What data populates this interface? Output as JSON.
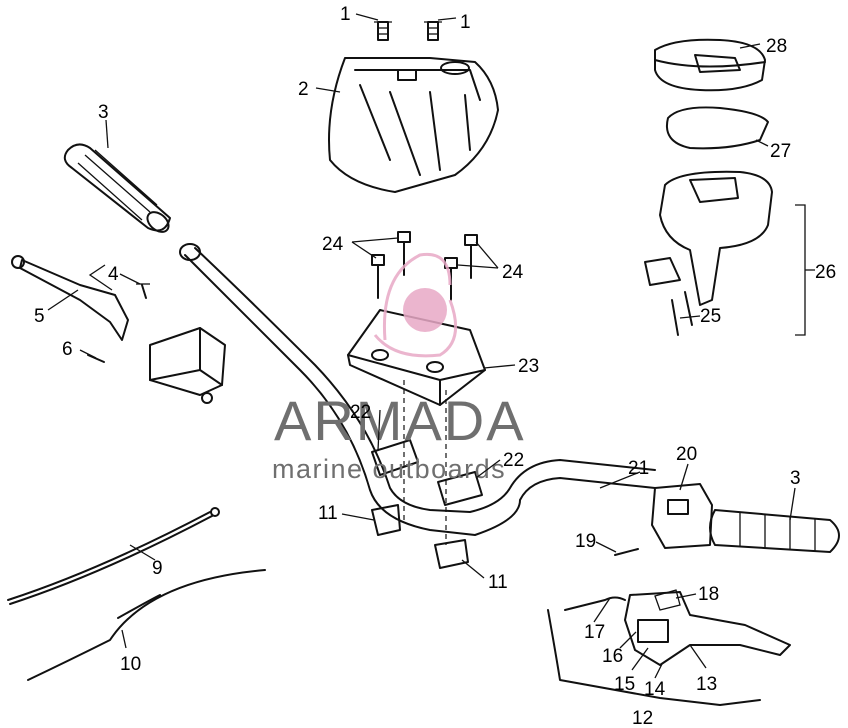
{
  "diagram": {
    "callouts": [
      "1",
      "1",
      "2",
      "3",
      "4",
      "5",
      "6",
      "28",
      "27",
      "26",
      "25",
      "24",
      "24",
      "23",
      "22",
      "22",
      "21",
      "20",
      "3",
      "11",
      "11",
      "19",
      "9",
      "10",
      "18",
      "17",
      "16",
      "15",
      "14",
      "13",
      "12"
    ]
  },
  "watermark": {
    "brand": "ARMADA",
    "tagline": "marine outboards"
  },
  "colors": {
    "line": "#111111",
    "watermark_text": "#6f6f6f",
    "watermark_logo": "#e8a9c6"
  }
}
